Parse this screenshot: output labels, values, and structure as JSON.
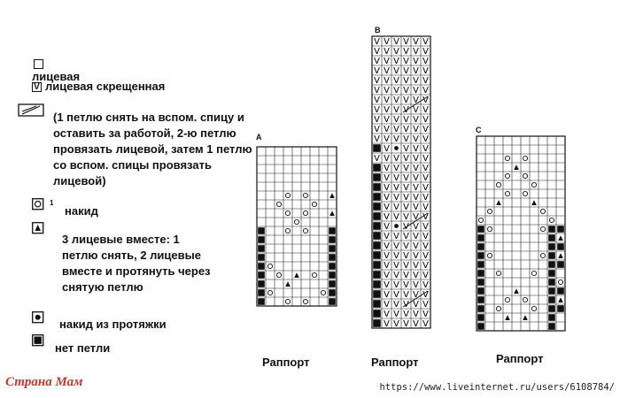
{
  "legend": {
    "knit": "лицевая",
    "knit_tbl": "лицевая скрещенная",
    "cable_lines": [
      "(1 петлю снять на вспом. спицу и",
      "оставить за работой, 2-ю петлю",
      "провязать лицевой, затем 1 петлю",
      "со вспом. спицы провязать",
      "лицевой)"
    ],
    "yo_superscript": "1",
    "yarn_over": "накид",
    "sk2p_lines": [
      "3 лицевые вместе: 1",
      "петлю снять, 2 лицевые",
      "вместе и протянуть через",
      "снятую петлю"
    ],
    "yo_from_bar": "накид из протяжки",
    "no_stitch": "нет петли"
  },
  "charts": {
    "a": {
      "title": "A",
      "caption": "Раппорт"
    },
    "b": {
      "title": "B",
      "caption": "Раппорт"
    },
    "c": {
      "title": "C",
      "caption": "Раппорт"
    }
  },
  "watermark": "Страна Мам",
  "url": "https://www.liveinternet.ru/users/6108784/"
}
